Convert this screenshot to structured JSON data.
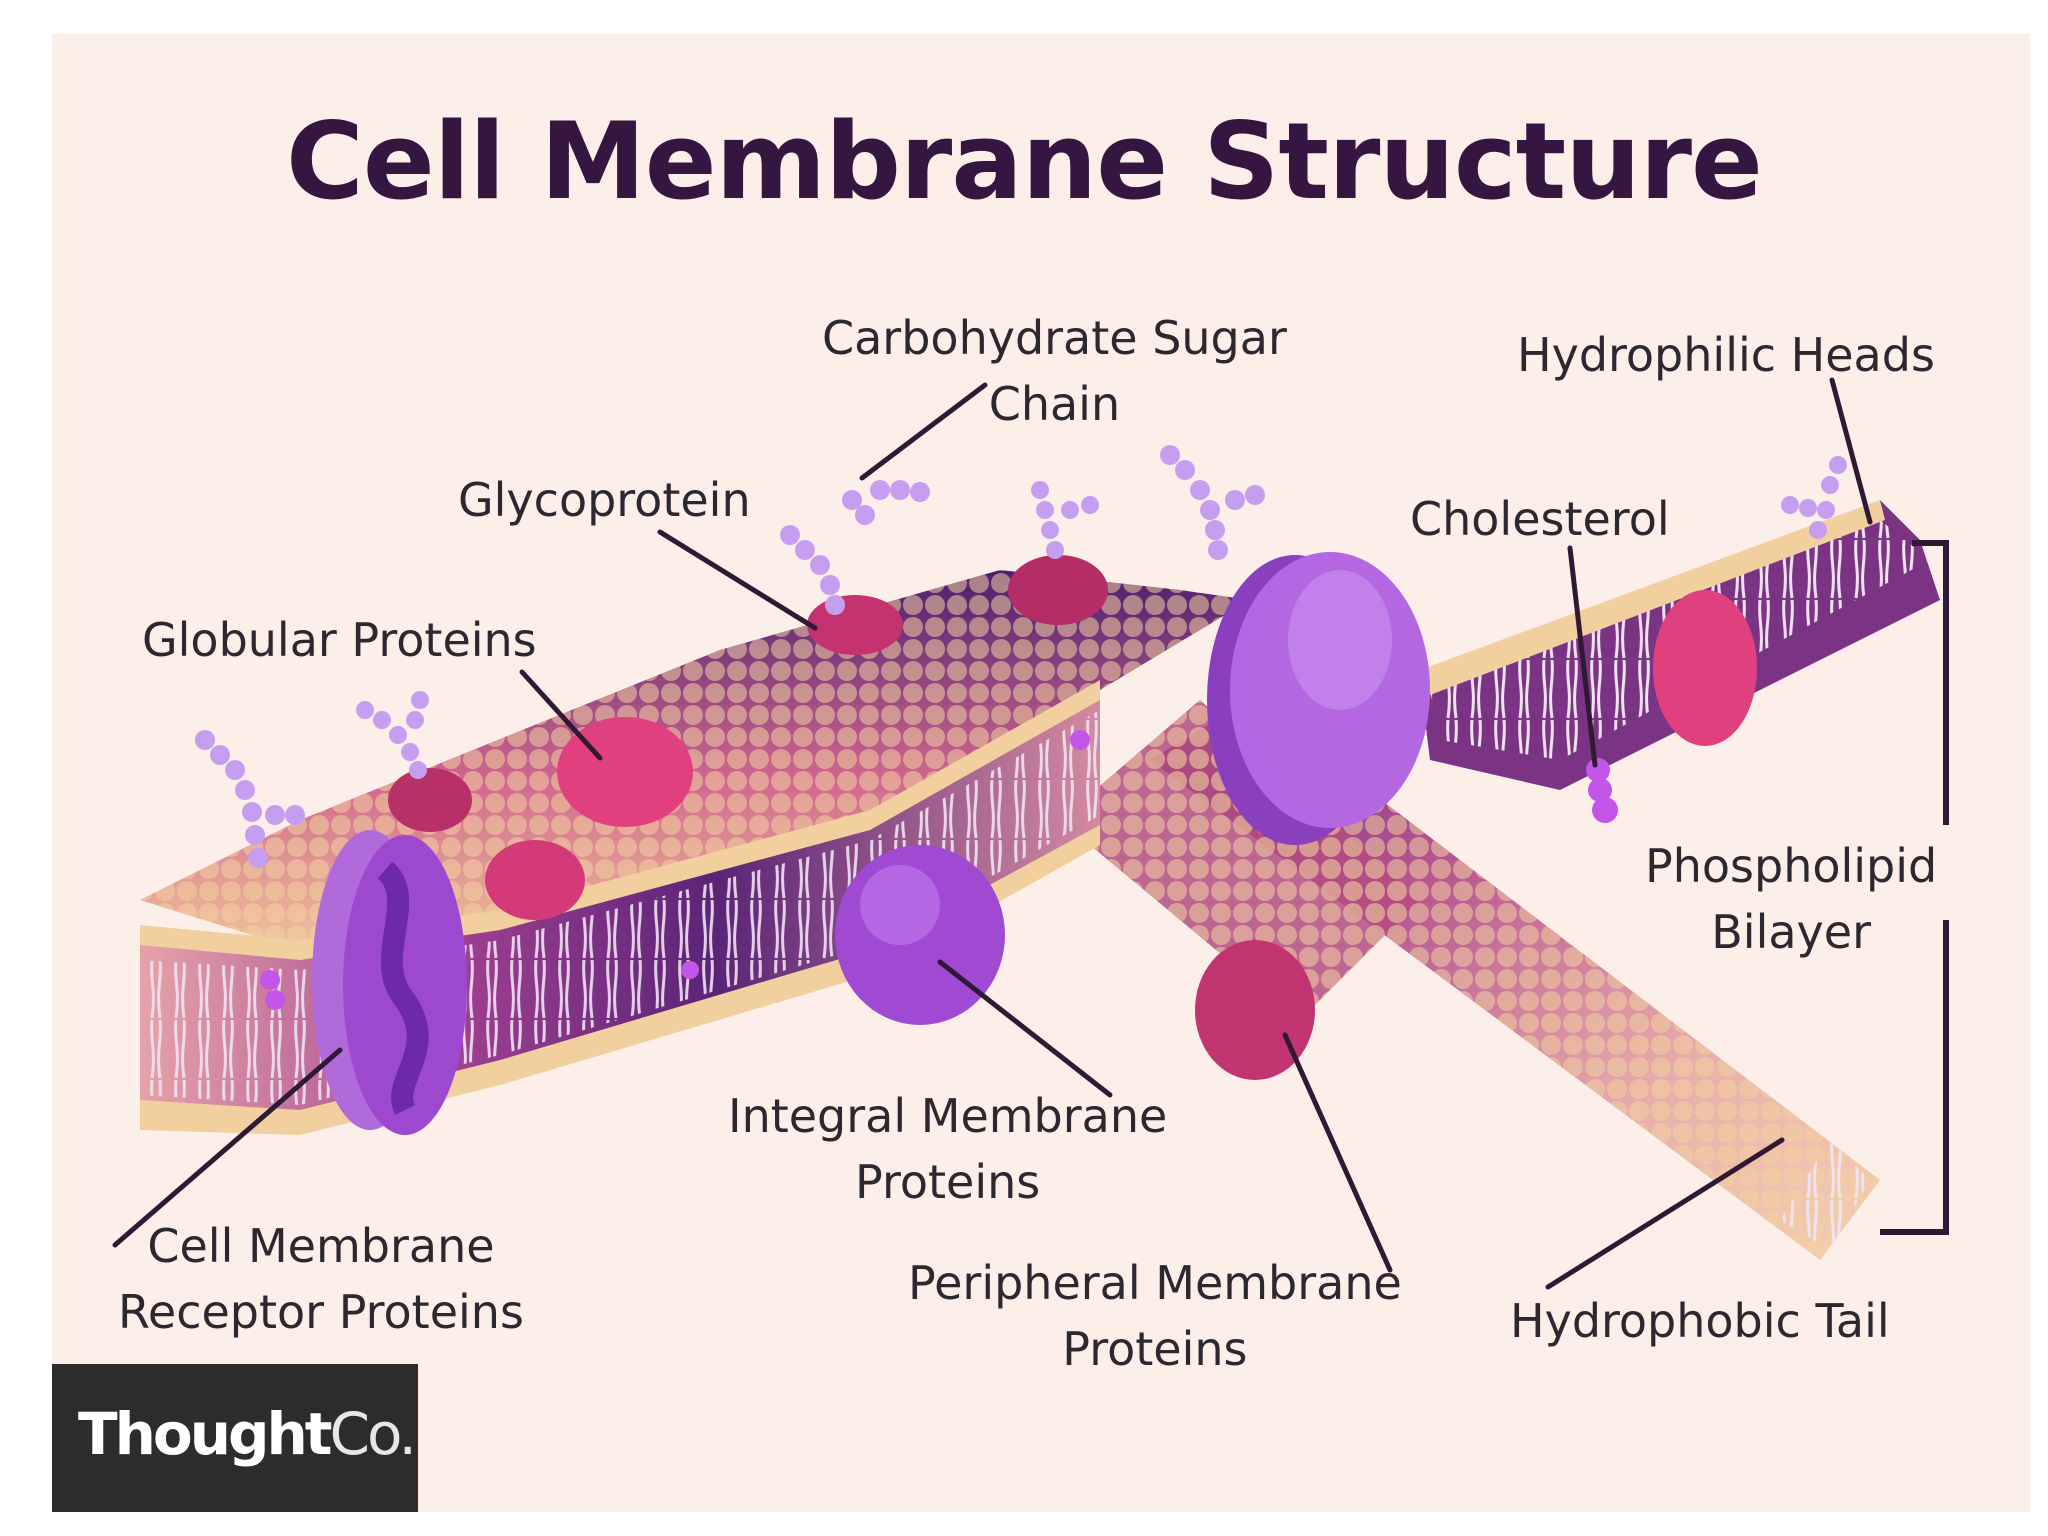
{
  "title": "Cell Membrane Structure",
  "labels": {
    "carbohydrate_line1": "Carbohydrate Sugar",
    "carbohydrate_line2": "Chain",
    "hydrophilic": "Hydrophilic Heads",
    "glycoprotein": "Glycoprotein",
    "cholesterol": "Cholesterol",
    "globular": "Globular Proteins",
    "phospholipid_line1": "Phospholipid",
    "phospholipid_line2": "Bilayer",
    "integral_line1": "Integral Membrane",
    "integral_line2": "Proteins",
    "receptor_line1": "Cell Membrane",
    "receptor_line2": "Receptor Proteins",
    "peripheral_line1": "Peripheral Membrane",
    "peripheral_line2": "Proteins",
    "hydrophobic": "Hydrophobic Tail"
  },
  "logo": {
    "brand_main": "Thought",
    "brand_suffix": "Co."
  },
  "colors": {
    "background": "#fcefea",
    "title": "#351640",
    "head": "#f2cf9f",
    "protein_pink": "#e0407e",
    "protein_purple": "#a452d0",
    "sugar": "#c69ef0",
    "cholesterol": "#c356e8"
  }
}
